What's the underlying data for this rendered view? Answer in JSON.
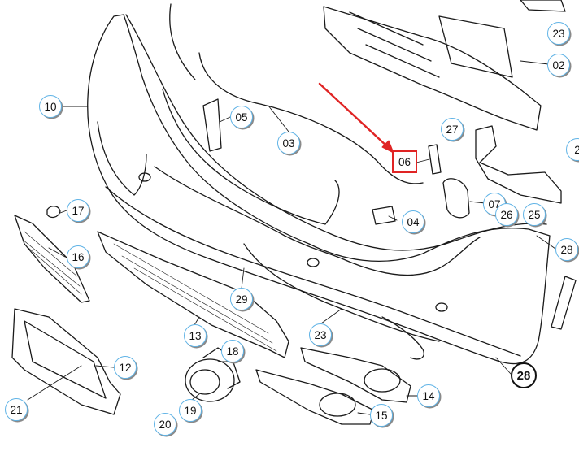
{
  "diagram": {
    "highlight_color": "#e02424",
    "callout_color": "#5fb3e6",
    "callouts": [
      {
        "id": "c23a",
        "label": "23",
        "style": "circle"
      },
      {
        "id": "c02",
        "label": "02",
        "style": "circle"
      },
      {
        "id": "c10",
        "label": "10",
        "style": "circle"
      },
      {
        "id": "c05",
        "label": "05",
        "style": "circle"
      },
      {
        "id": "c03",
        "label": "03",
        "style": "circle"
      },
      {
        "id": "c06",
        "label": "06",
        "style": "boxed"
      },
      {
        "id": "c27",
        "label": "27",
        "style": "circle"
      },
      {
        "id": "c2x",
        "label": "2",
        "style": "circle"
      },
      {
        "id": "c17",
        "label": "17",
        "style": "circle"
      },
      {
        "id": "c04",
        "label": "04",
        "style": "circle"
      },
      {
        "id": "c07",
        "label": "07",
        "style": "circle"
      },
      {
        "id": "c26",
        "label": "26",
        "style": "circle"
      },
      {
        "id": "c25",
        "label": "25",
        "style": "circle"
      },
      {
        "id": "c16",
        "label": "16",
        "style": "circle"
      },
      {
        "id": "c28a",
        "label": "28",
        "style": "circle"
      },
      {
        "id": "c29",
        "label": "29",
        "style": "circle"
      },
      {
        "id": "c13",
        "label": "13",
        "style": "circle"
      },
      {
        "id": "c23b",
        "label": "23",
        "style": "circle"
      },
      {
        "id": "c18",
        "label": "18",
        "style": "circle"
      },
      {
        "id": "c12",
        "label": "12",
        "style": "circle"
      },
      {
        "id": "c28b",
        "label": "28",
        "style": "bold"
      },
      {
        "id": "c14",
        "label": "14",
        "style": "circle"
      },
      {
        "id": "c21",
        "label": "21",
        "style": "circle"
      },
      {
        "id": "c19",
        "label": "19",
        "style": "circle"
      },
      {
        "id": "c15",
        "label": "15",
        "style": "circle"
      },
      {
        "id": "c20",
        "label": "20",
        "style": "circle"
      }
    ]
  }
}
